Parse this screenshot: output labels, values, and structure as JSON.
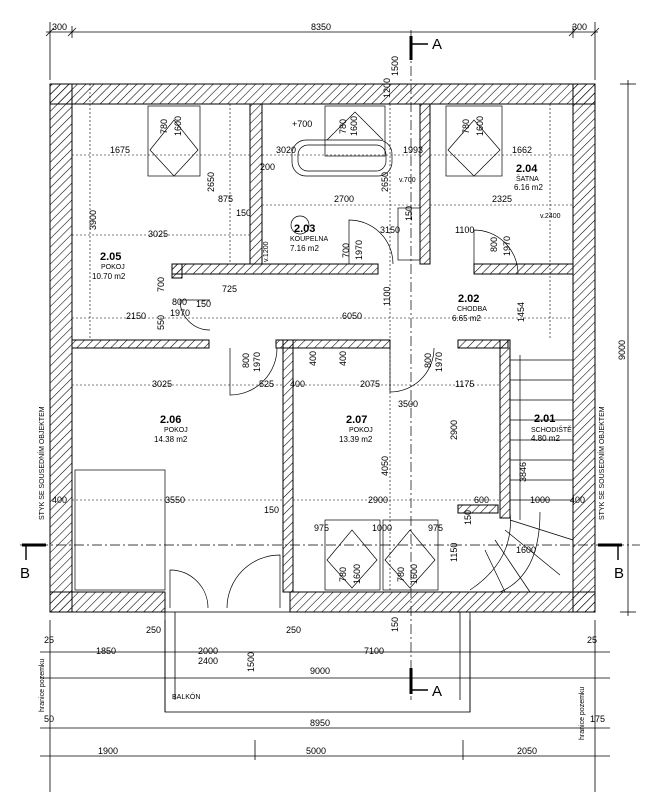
{
  "rooms": [
    {
      "id": "2.01",
      "name": "SCHODIŠTĚ",
      "area": "4.80 m2"
    },
    {
      "id": "2.02",
      "name": "CHODBA",
      "area": "6.65 m2"
    },
    {
      "id": "2.03",
      "name": "KOUPELNA",
      "area": "7.16 m2"
    },
    {
      "id": "2.04",
      "name": "ŠATNA",
      "area": "6.16 m2"
    },
    {
      "id": "2.05",
      "name": "POKOJ",
      "area": "10.70 m2"
    },
    {
      "id": "2.06",
      "name": "POKOJ",
      "area": "14.38 m2"
    },
    {
      "id": "2.07",
      "name": "POKOJ",
      "area": "13.39 m2"
    }
  ],
  "dims": {
    "top_overall": "8350",
    "top_left": "300",
    "top_right": "300",
    "right_overall": "9000",
    "bottom_row1": [
      "1850",
      "2000",
      "7100"
    ],
    "bottom_row1_sub": [
      "2400"
    ],
    "bottom_row2": "9000",
    "bottom_row3": "8950",
    "bottom_row4": [
      "1900",
      "5000",
      "2050"
    ],
    "bottom_small": [
      "25",
      "250",
      "250",
      "25",
      "50",
      "175"
    ],
    "balcony_depth": "1500",
    "interior": [
      "1675",
      "1600",
      "780",
      "3020",
      "1600",
      "780",
      "1993",
      "1662",
      "1600",
      "780",
      "2650",
      "875",
      "150",
      "2700",
      "2325",
      "3900",
      "3025",
      "2650",
      "1100",
      "3150",
      "800",
      "1970",
      "700",
      "1970",
      "700",
      "800",
      "1970",
      "725",
      "150",
      "550",
      "2150",
      "6050",
      "1100",
      "1454",
      "800",
      "1970",
      "1970",
      "800",
      "525",
      "400",
      "400",
      "3025",
      "2075",
      "1175",
      "3500",
      "2900",
      "4050",
      "3846",
      "3550",
      "150",
      "2900",
      "600",
      "1000",
      "400",
      "150",
      "975",
      "1000",
      "975",
      "1600",
      "1150",
      "780",
      "1600",
      "780",
      "1600",
      "150",
      "200",
      "+700",
      "v.700",
      "v.2400",
      "v.1200",
      "150",
      "1500",
      "1200",
      "150",
      "400",
      "400"
    ]
  },
  "section_marks": {
    "a": "A",
    "b": "B"
  },
  "labels": {
    "balcony": "BALKÓN",
    "neighbor_left": "STYK SE SOUSEDNÍM OBJEKTEM",
    "neighbor_right": "STYK SE SOUSEDNÍM OBJEKTEM",
    "border_left": "hranice pozemku",
    "border_right": "hranice pozemku"
  },
  "colors": {
    "line": "#000000",
    "hatch": "#000000",
    "background": "#ffffff"
  }
}
